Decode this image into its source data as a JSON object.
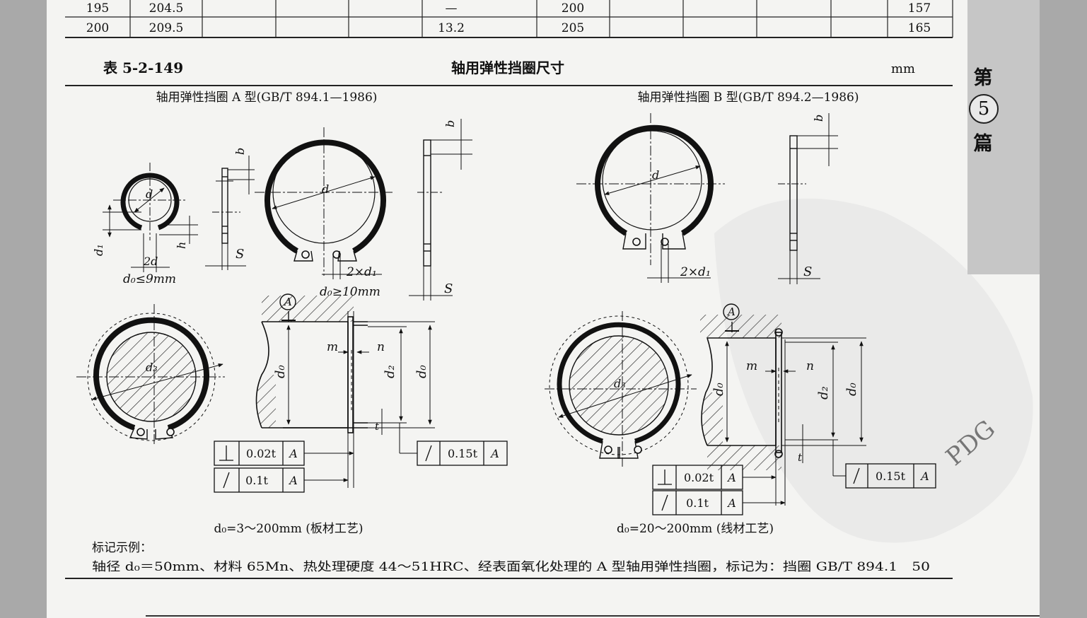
{
  "top_table": {
    "rows": [
      {
        "c1": "195",
        "c2": "204.5",
        "c5": "—",
        "c6": "200",
        "c10": "157"
      },
      {
        "c1": "200",
        "c2": "209.5",
        "c5": "13.2",
        "c6": "205",
        "c10": "165"
      }
    ]
  },
  "table_header": {
    "number": "表 5-2-149",
    "title": "轴用弹性挡圈尺寸",
    "unit": "mm"
  },
  "type_a": {
    "title": "轴用弹性挡圈 A 型(GB/T 894.1—1986)",
    "small_cond": "d₀≤9mm",
    "large_cond": "d₀≥10mm",
    "process": "d₀=3～200mm (板材工艺)",
    "tol_perp": "0.02t",
    "tol_runout_small": "0.1t",
    "tol_runout_large": "0.15t"
  },
  "type_b": {
    "title": "轴用弹性挡圈 B 型(GB/T 894.2—1986)",
    "process": "d₀=20～200mm (线材工艺)",
    "tol_perp": "0.02t",
    "tol_runout_small": "0.1t",
    "tol_runout_large": "0.15t"
  },
  "labels": {
    "d": "d",
    "b": "b",
    "h": "h",
    "S": "S",
    "d1": "d₁",
    "two_d": "2d",
    "two_x_d1": "2×d₁",
    "d0": "d₀",
    "d2": "d₂",
    "d3": "d₃",
    "m": "m",
    "n": "n",
    "t": "t",
    "datum": "A"
  },
  "marking": {
    "heading": "标记示例：",
    "text": "轴径 d₀＝50mm、材料 65Mn、热处理硬度 44～51HRC、经表面氧化处理的 A 型轴用弹性挡圈，标记为：挡圈 GB/T 894.1　50"
  },
  "side_tab": {
    "top": "第",
    "num": "5",
    "bottom": "篇"
  },
  "watermark": "PDG"
}
